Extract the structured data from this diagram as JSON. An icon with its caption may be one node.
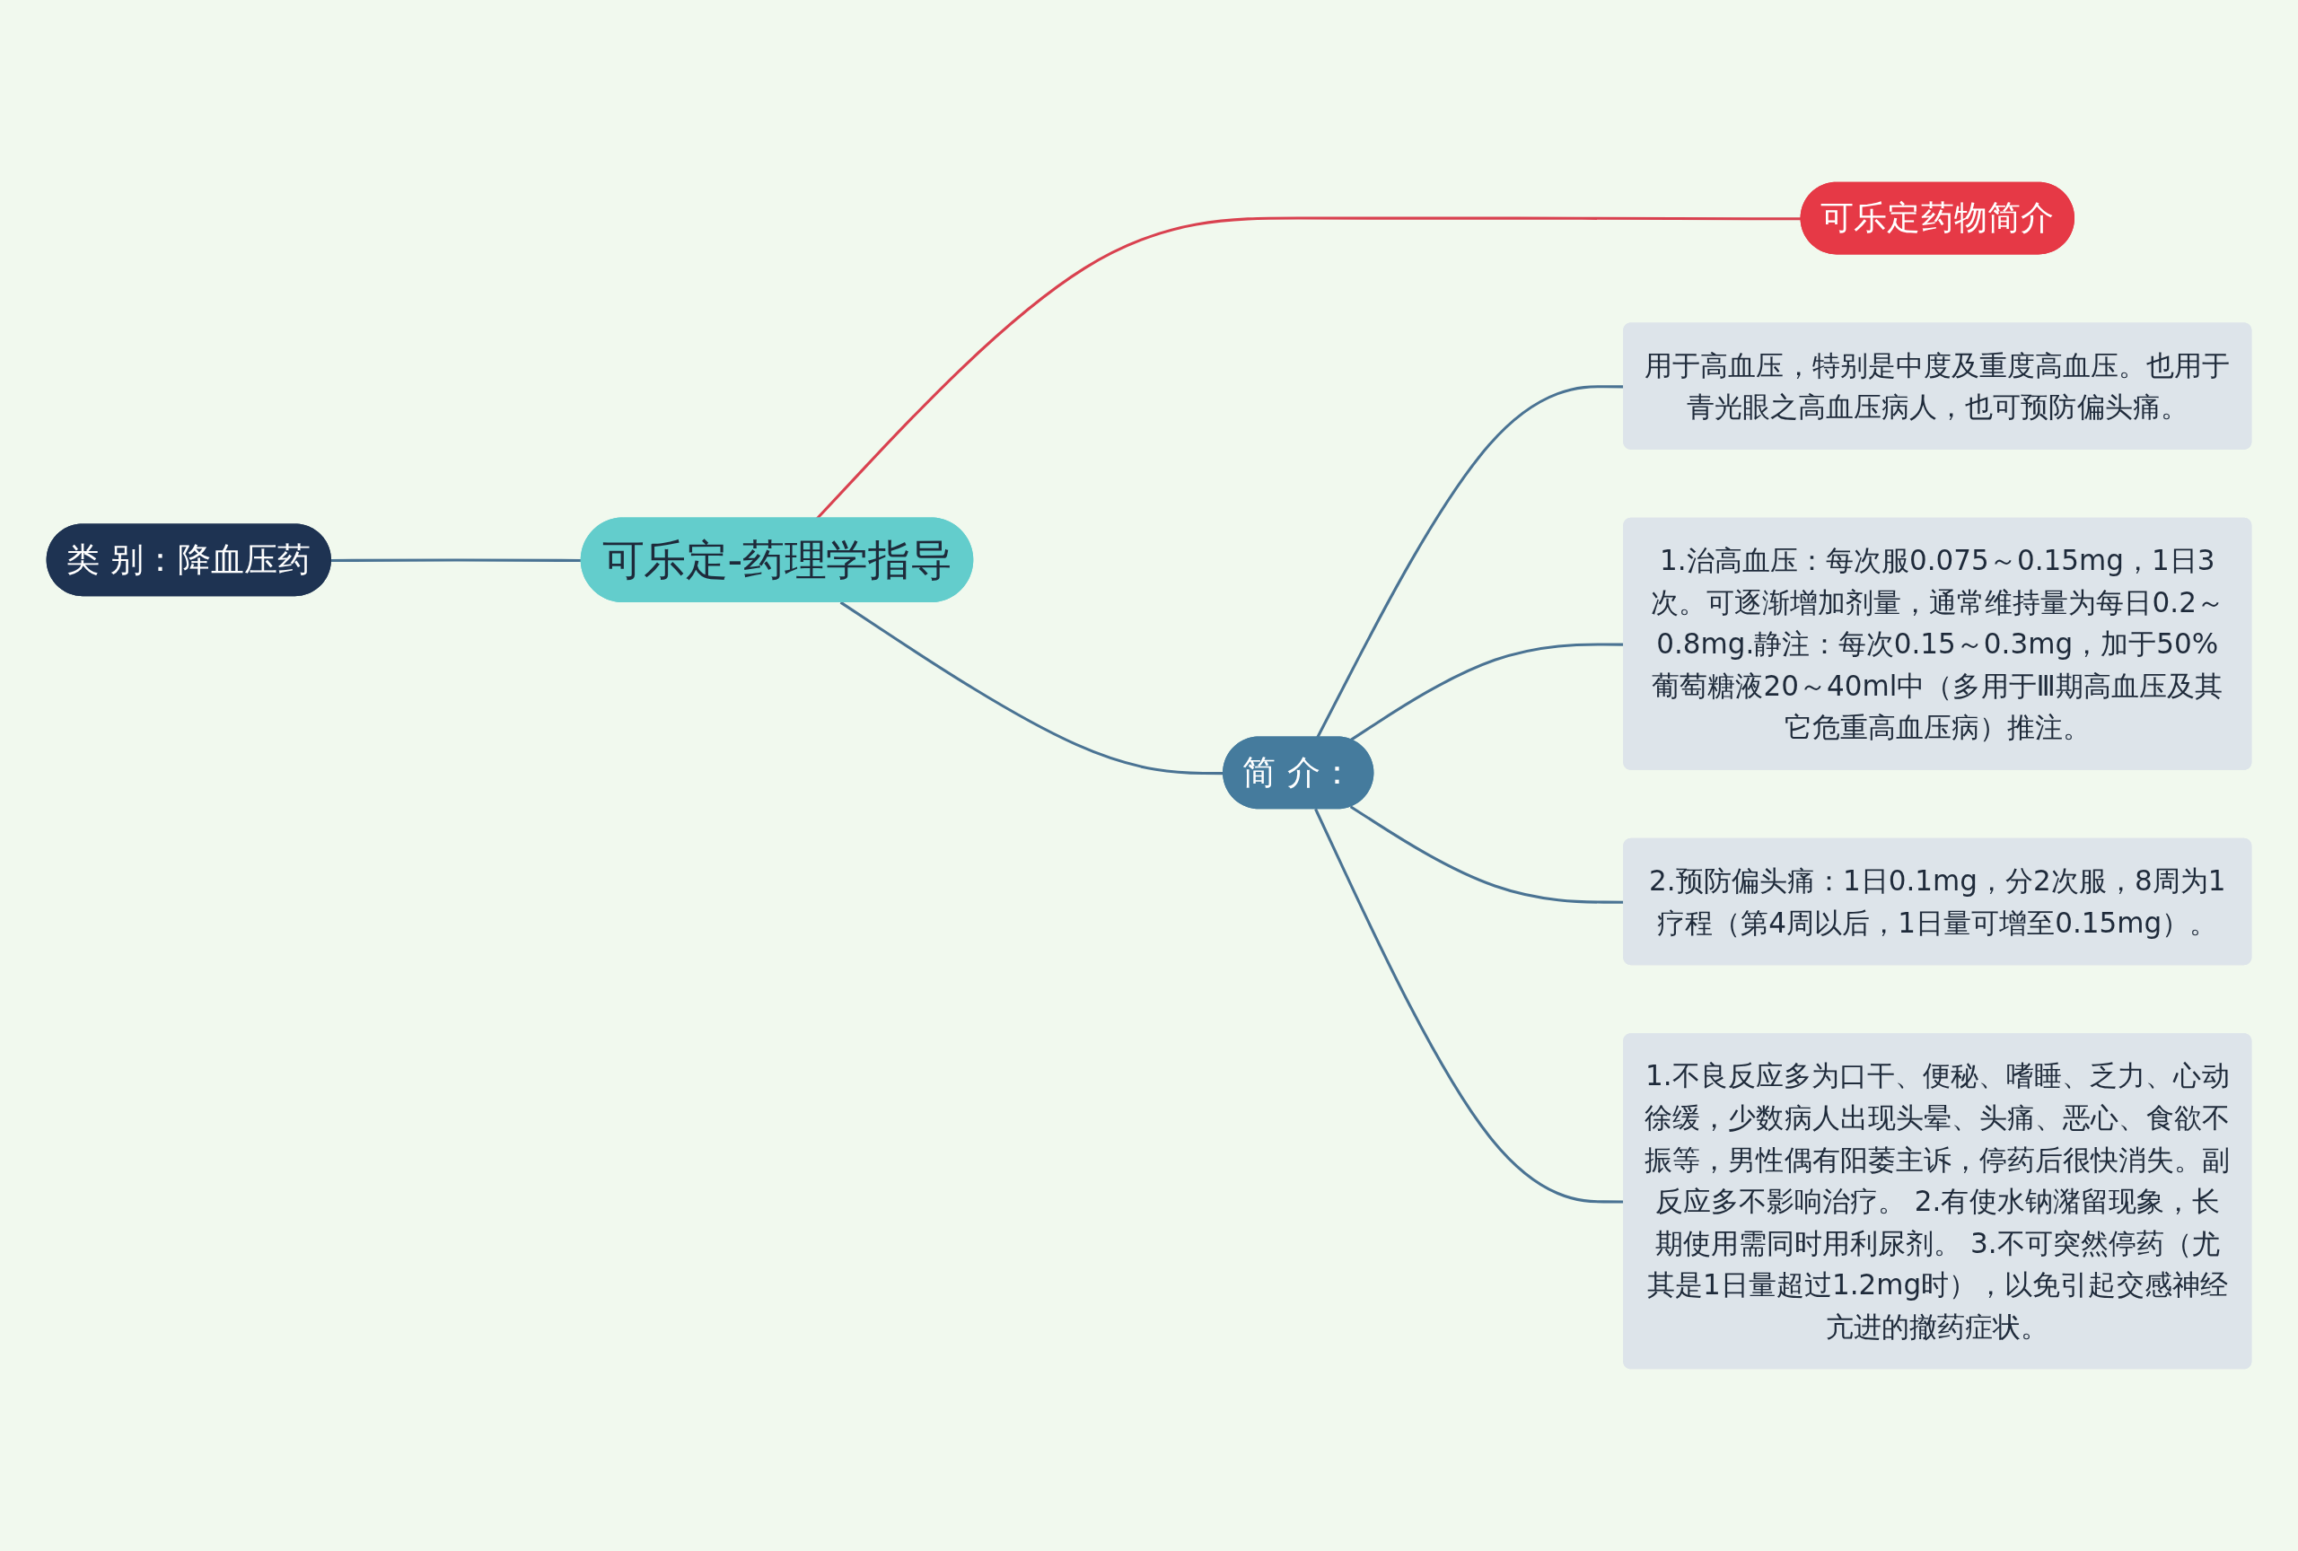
{
  "diagram": {
    "nodes": [
      {
        "text": [
          "可乐定-药理学指导"
        ]
      },
      {
        "text": [
          "类 别：降血压药"
        ]
      },
      {
        "text": [
          "可乐定药物简介"
        ]
      },
      {
        "text": [
          "简 介："
        ]
      },
      {
        "text": [
          "用于高血压，特别是中度及重度高血压。也用于青光眼之高血压病人，也可预防偏头痛。"
        ]
      },
      {
        "text": [
          "1.治高血压：每次服0.075～0.15mg，1日3次。可逐渐增加剂量，通常维持量为每日0.2～0.8mg.静注：每次0.15～0.3mg，加于50%葡萄糖液20～40ml中（多用于Ⅲ期高血压及其它危重高血压病）推注。"
        ]
      },
      {
        "text": [
          "2.预防偏头痛：1日0.1mg，分2次服，8周为1疗程（第4周以后，1日量可增至0.15mg）。"
        ]
      },
      {
        "text": [
          "1.不良反应多为口干、便秘、嗜睡、乏力、心动徐缓，少数病人出现头晕、头痛、恶心、食欲不振等，男性偶有阳萎主诉，停药后很快消失。副反应多不影响治疗。 2.有使水钠潴留现象，长期使用需同时用利尿剂。 3.不可突然停药（尤其是1日量超过1.2mg时），以免引起交感神经亢进的撤药症状。"
        ]
      }
    ],
    "edges": [
      {
        "from": 0,
        "to": 1,
        "arrow": "none"
      },
      {
        "from": 0,
        "to": 2,
        "arrow": "none",
        "color": "#d9414f"
      },
      {
        "from": 0,
        "to": 3,
        "arrow": "none"
      },
      {
        "from": 3,
        "to": 4,
        "arrow": "none"
      },
      {
        "from": 3,
        "to": 5,
        "arrow": "none"
      },
      {
        "from": 3,
        "to": 6,
        "arrow": "none"
      },
      {
        "from": 3,
        "to": 7,
        "arrow": "none"
      }
    ]
  }
}
